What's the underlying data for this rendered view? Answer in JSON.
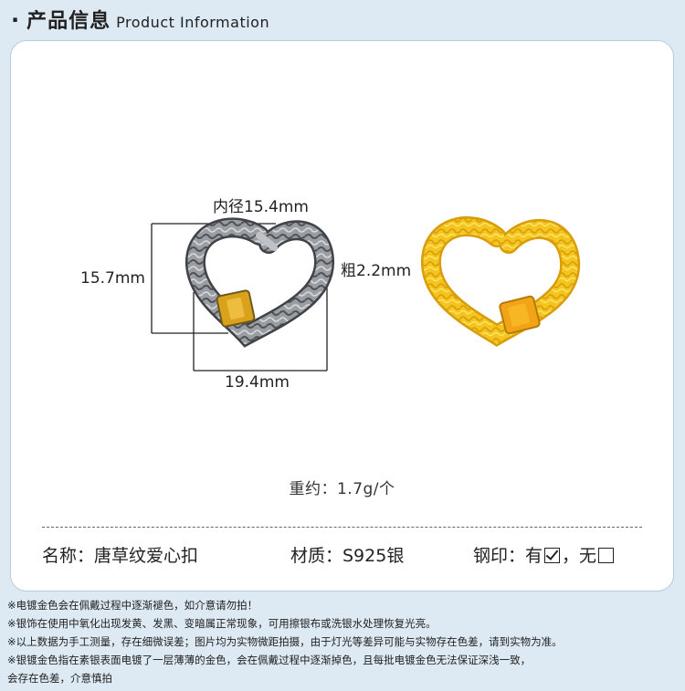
{
  "header": {
    "dot": "·",
    "title_cn": "产品信息",
    "title_en": "Product Information"
  },
  "dimensions": {
    "inner_diameter": "内径15.4mm",
    "height": "15.7mm",
    "thickness": "粗2.2mm",
    "width": "19.4mm"
  },
  "weight": "重约：1.7g/个",
  "specs": {
    "name": "名称：唐草纹爱心扣",
    "material": "材质：S925银",
    "stamp_label": "钢印：有",
    "stamp_sep": "，无"
  },
  "notes": [
    "※电镀金色会在佩戴过程中逐渐褪色，如介意请勿拍！",
    "※银饰在使用中氧化出现发黄、发黑、变暗属正常现象，可用擦银布或洗银水处理恢复光亮。",
    "※以上数据为手工测量，存在细微误差；图片均为实物微距拍摄，由于灯光等差异可能与实物存在色差，请到实物为准。",
    "※银镀金色指在素银表面电镀了一层薄薄的金色，会在佩戴过程中逐渐掉色，且每批电镀金色无法保证深浅一致，",
    "会存在色差，介意慎拍"
  ],
  "colors": {
    "background": "#dde9f3",
    "card": "#ffffff",
    "silver": "#8e9297",
    "gold": "#f2c21b",
    "enamel": "#d9a21a"
  }
}
